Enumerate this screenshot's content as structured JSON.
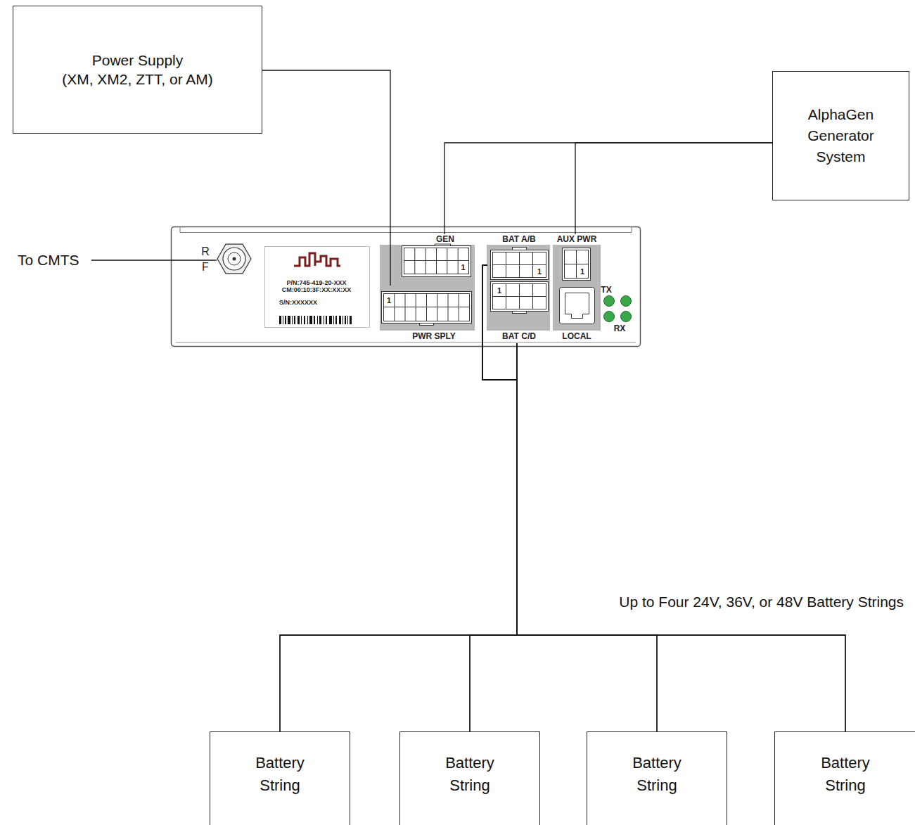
{
  "diagram": {
    "nodes": [
      {
        "text": [
          "Power Supply (XM, XM2, ZTT, or AM)"
        ]
      },
      {
        "text": [
          "AlphaGen Generator System"
        ]
      },
      {
        "text": [
          "R F",
          "TX",
          "RX"
        ]
      },
      {
        "text": [
          "P/N:745-419-20-XXX CM:00:10:3F:XX:XX:XX",
          "S/N:XXXXXX"
        ],
        "in": 2
      },
      {
        "text": [
          "GEN",
          "1"
        ],
        "in": 2
      },
      {
        "text": [
          "1",
          "PWR SPLY"
        ],
        "in": 2
      },
      {
        "text": [
          "BAT A/B",
          "1"
        ],
        "in": 2
      },
      {
        "text": [
          "1",
          "BAT C/D"
        ],
        "in": 2
      },
      {
        "text": [
          "AUX PWR",
          "1"
        ],
        "in": 2
      },
      {
        "text": [
          "LOCAL"
        ],
        "in": 2
      },
      {
        "text": [
          "Battery String"
        ]
      },
      {
        "text": [
          "Battery String"
        ]
      },
      {
        "text": [
          "Battery String"
        ]
      },
      {
        "text": [
          "Battery String"
        ]
      }
    ],
    "edges": [
      {
        "from": 0,
        "to": 5,
        "arrow": "none"
      },
      {
        "from": 1,
        "to": 4,
        "arrow": "none"
      },
      {
        "from": 1,
        "to": 8,
        "arrow": "none"
      },
      {
        "from": 6,
        "to": 10,
        "arrow": "none"
      },
      {
        "from": 6,
        "to": 11,
        "arrow": "none"
      },
      {
        "from": 6,
        "to": 12,
        "arrow": "none"
      },
      {
        "from": 6,
        "to": 13,
        "arrow": "none"
      },
      {
        "from": 7,
        "to": 10,
        "arrow": "none"
      },
      {
        "from": 7,
        "to": 11,
        "arrow": "none"
      },
      {
        "from": 7,
        "to": 12,
        "arrow": "none"
      },
      {
        "from": 7,
        "to": 13,
        "arrow": "none"
      }
    ],
    "labels": [
      "To CMTS",
      "Up to Four 24V, 36V, or 48V Battery Strings"
    ]
  }
}
